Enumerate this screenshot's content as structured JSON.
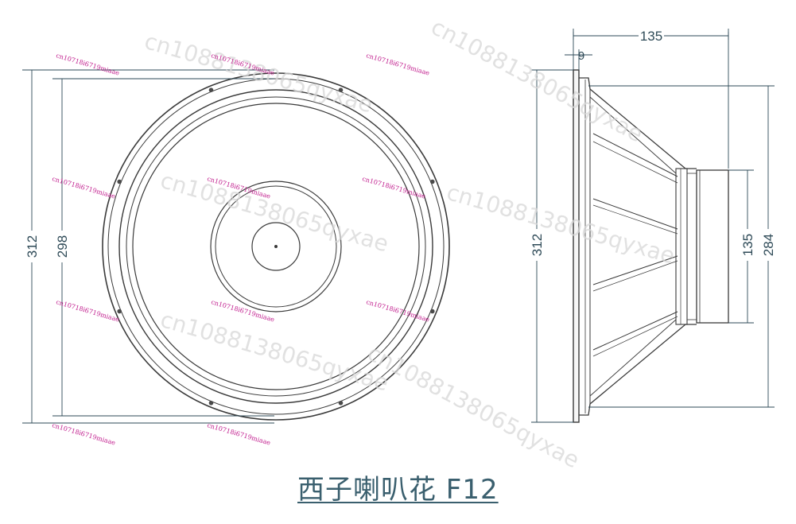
{
  "front_view": {
    "dim_outer_height": "312",
    "dim_inner_height": "298"
  },
  "side_view": {
    "dim_total_depth": "135",
    "dim_flange_thickness": "9",
    "dim_overall_height": "312",
    "dim_magnet_height": "135",
    "dim_basket_height": "284"
  },
  "caption": {
    "title": "西子喇叭花 F12"
  },
  "watermarks": {
    "large": "cn1088138065qyxae",
    "small": "cn10718i6719miaae"
  },
  "colors": {
    "dimension_line": "#2e4a57",
    "drawing_line": "#3a3a3a",
    "caption_text": "#3a5f6e"
  }
}
